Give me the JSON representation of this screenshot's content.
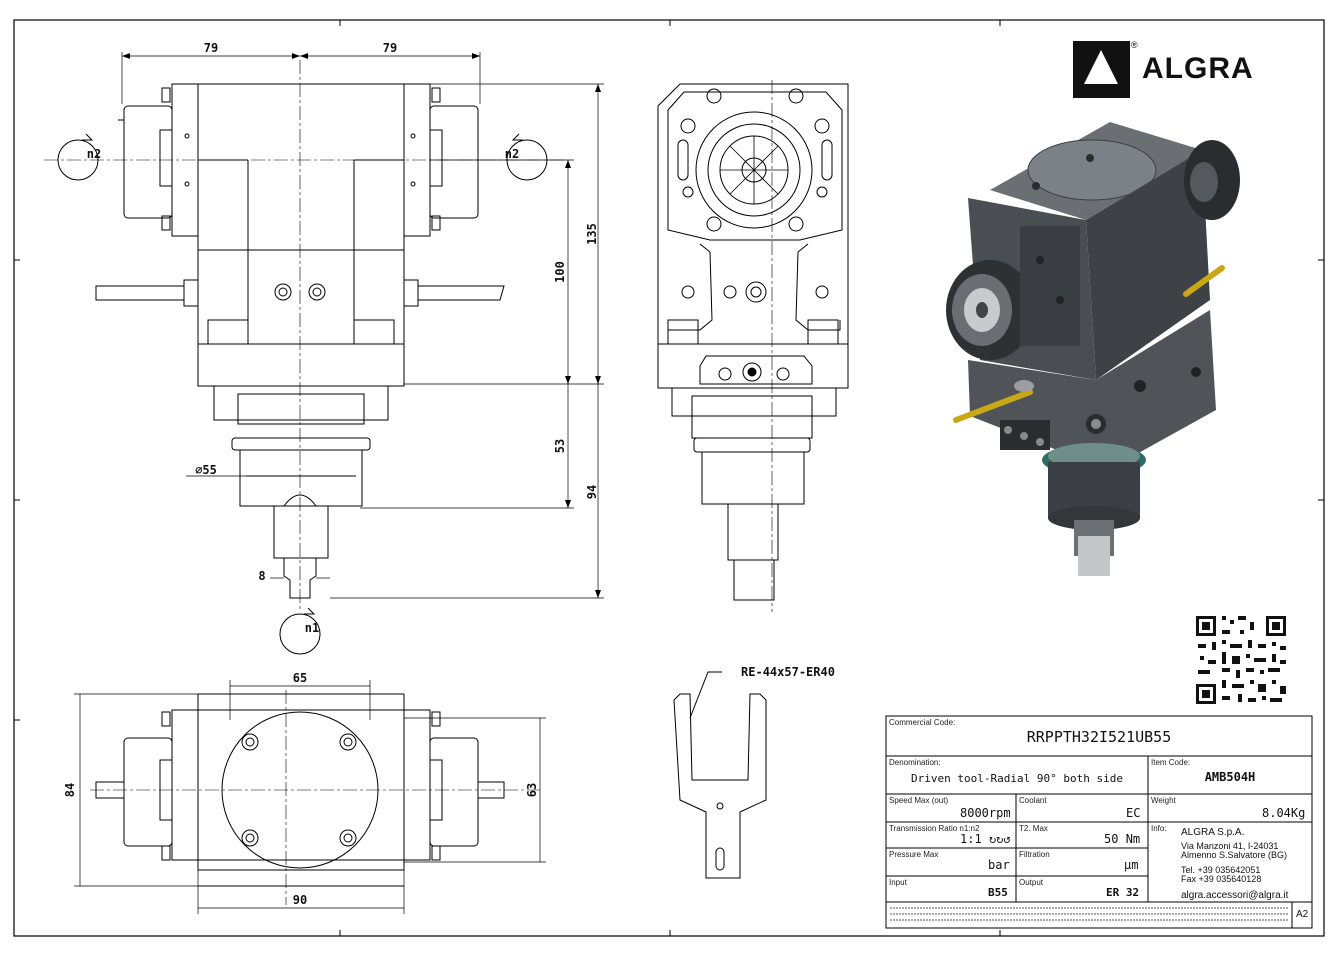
{
  "brand": {
    "name": "ALGRA",
    "registered": "®"
  },
  "dimensions": {
    "top_left_width": "79",
    "top_right_width": "79",
    "height_135": "135",
    "height_100": "100",
    "height_53": "53",
    "height_94": "94",
    "diameter": "⌀55",
    "shaft_width": "8",
    "bottom_65": "65",
    "bottom_84": "84",
    "bottom_63": "63",
    "bottom_90": "90"
  },
  "rotation_labels": {
    "left": "n2",
    "right": "n2",
    "input": "n1"
  },
  "wrench_label": "RE-44x57-ER40",
  "title_block": {
    "commercial_code_label": "Commercial Code:",
    "commercial_code": "RRPPTH32I521UB55",
    "denomination_label": "Denomination:",
    "denomination": "Driven tool-Radial 90° both side",
    "item_code_label": "Item Code:",
    "item_code": "AMB504H",
    "speed_label": "Speed Max (out)",
    "speed_value": "8000",
    "speed_unit": "rpm",
    "coolant_label": "Coolant",
    "coolant_value": "EC",
    "weight_label": "Weight",
    "weight_value": "8.04Kg",
    "ratio_label": "Transmission Ratio n1:n2",
    "ratio_value": "1:1",
    "ratio_symbol": "↻↻↺",
    "torque_label": "T2. Max",
    "torque_value": "50",
    "torque_unit": "Nm",
    "pressure_label": "Pressure Max",
    "pressure_unit": "bar",
    "filtration_label": "Filtration",
    "filtration_unit": "µm",
    "input_label": "Input",
    "input_value": "B55",
    "output_label": "Output",
    "output_value": "ER 32",
    "info_label": "Info:",
    "company": "ALGRA S.p.A.",
    "address1": "Via Manzoni 41, I-24031",
    "address2": "Almenno S.Salvatore (BG)",
    "tel": "Tel. +39 035642051",
    "fax": "Fax +39 035640128",
    "email": "algra.accessori@algra.it",
    "sheet_size": "A2"
  }
}
